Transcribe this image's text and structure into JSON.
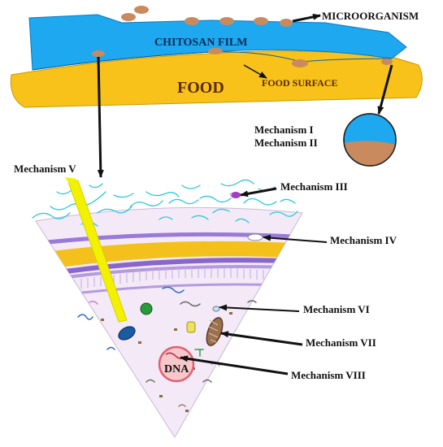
{
  "labels": {
    "microorganism": "MICROORGANISM",
    "chitosan_film": "CHITOSAN FILM",
    "food": "FOOD",
    "food_surface": "FOOD SURFACE",
    "mechanism_1": "Mechanism I",
    "mechanism_2": "Mechanism II",
    "mechanism_3": "Mechanism III",
    "mechanism_4": "Mechanism IV",
    "mechanism_5": "Mechanism V",
    "mechanism_6": "Mechanism VI",
    "mechanism_7": "Mechanism VII",
    "mechanism_8": "Mechanism VIII",
    "dna": "DNA"
  },
  "colors": {
    "film": "#1ea8f0",
    "food": "#f8c21a",
    "microbe": "#c98a5e",
    "fibers": "#30c8d8",
    "wall_gold": "#f4c01c",
    "membrane": "#9a7ad8",
    "cytoplasm": "#f3e9f6",
    "dna_ring": "#e06070",
    "lightning": "#f2f200"
  }
}
